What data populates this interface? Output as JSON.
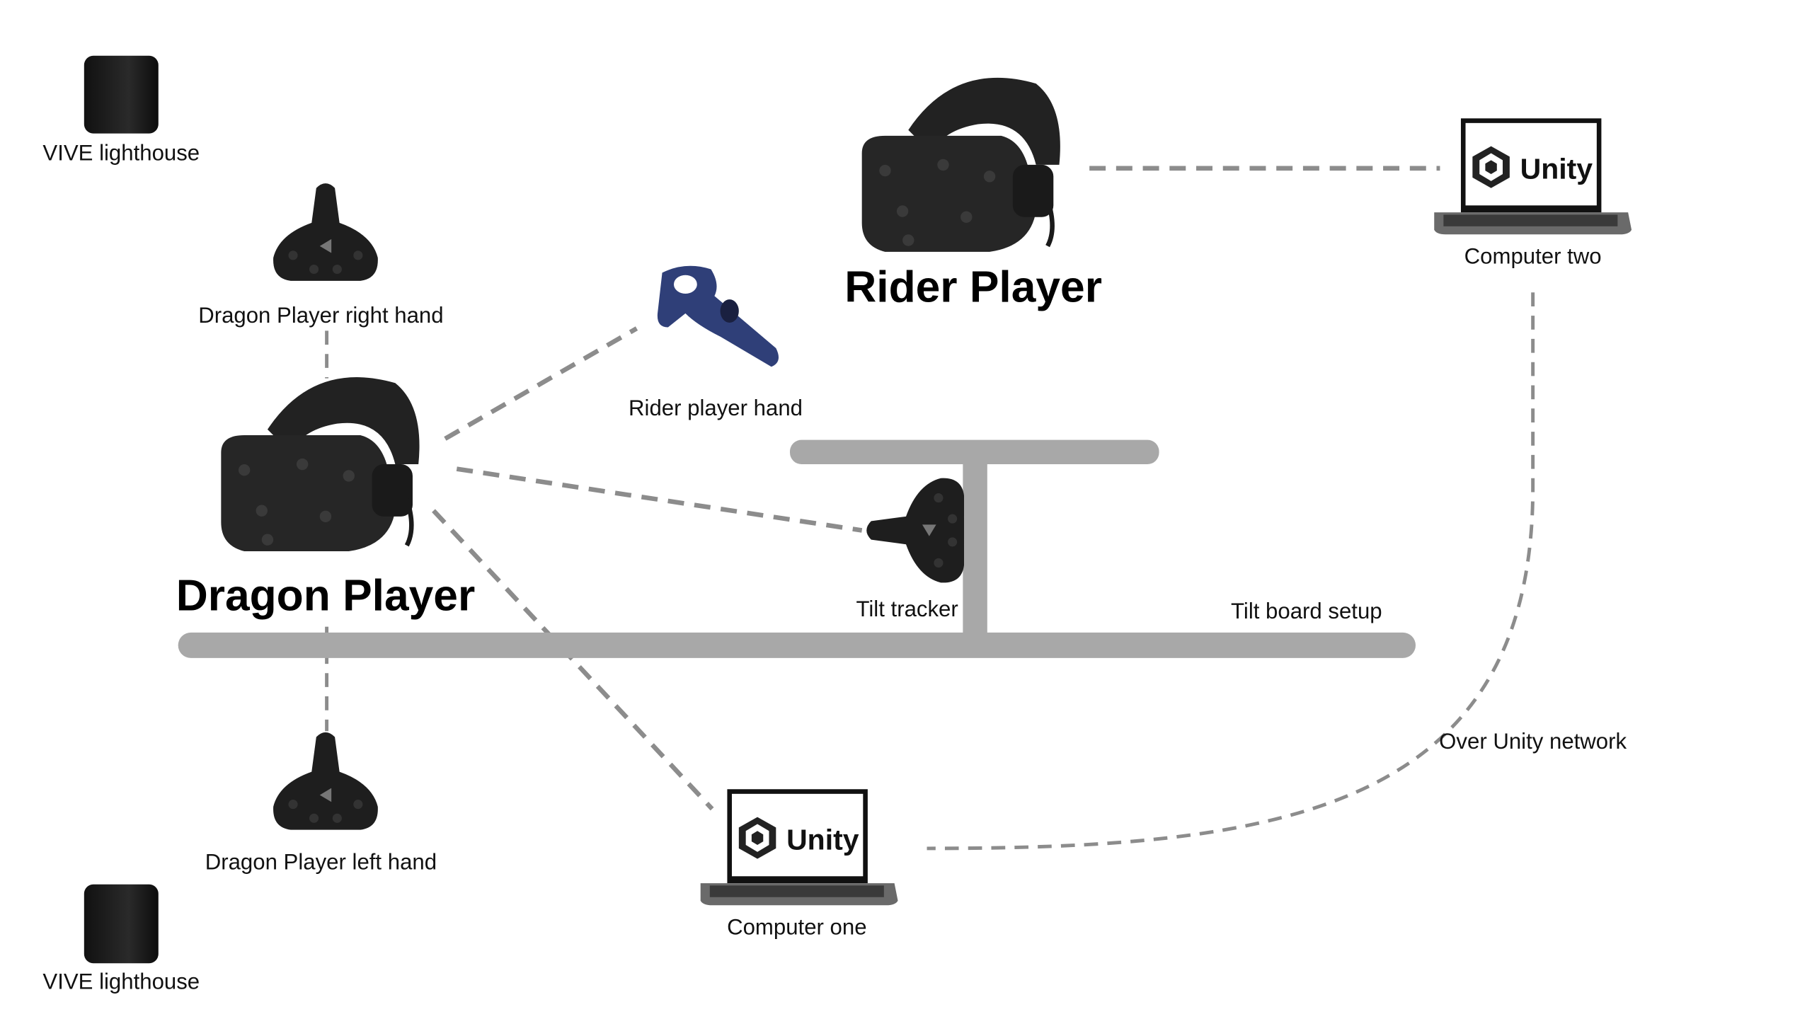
{
  "labels": {
    "lighthouse_top": "VIVE lighthouse",
    "lighthouse_bottom": "VIVE lighthouse",
    "dragon_right_hand": "Dragon Player right hand",
    "dragon_left_hand": "Dragon Player left hand",
    "dragon_player": "Dragon Player",
    "rider_player": "Rider Player",
    "rider_hand": "Rider player hand",
    "tilt_tracker": "Tilt tracker",
    "tilt_board": "Tilt board setup",
    "computer_two": "Computer two",
    "computer_one": "Computer one",
    "network": "Over Unity network"
  },
  "logos": {
    "unity_text": "Unity"
  },
  "colors": {
    "connector": "#8c8c8c",
    "board": "#a8a8a8",
    "controller": "#2f3f78",
    "device": "#1e1e1e"
  }
}
